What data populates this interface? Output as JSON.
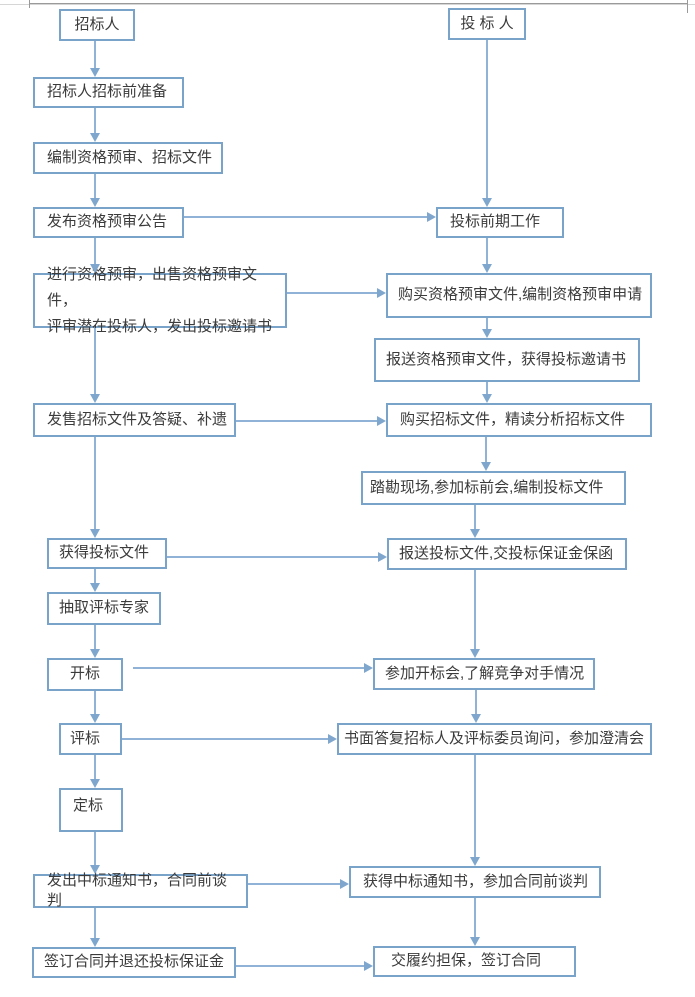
{
  "colors": {
    "box_border": "#7aa3ca",
    "connector": "#8fb2d6",
    "arrowhead": "#7fa7ce",
    "text": "#3b3b3b",
    "page_border_light": "#d6d6d6",
    "page_border_dark": "#9a9a9a"
  },
  "flowchart": {
    "tenderer": {
      "header": "招标人",
      "prepare": "招标人招标前准备",
      "compile_prequal_docs": "编制资格预审、招标文件",
      "publish_prequal_announcement": "发布资格预审公告",
      "conduct_prequalification": "进行资格预审，出售资格预审文件，\n评审潜在投标人，发出投标邀请书",
      "sell_tender_docs": "发售招标文件及答疑、补遗",
      "receive_bid_docs": "获得投标文件",
      "select_evaluation_experts": "抽取评标专家",
      "bid_opening": "开标",
      "bid_evaluation": "评标",
      "award_decision": "定标",
      "issue_award_notice": "发出中标通知书，合同前谈判",
      "sign_contract_refund": "签订合同并退还投标保证金"
    },
    "bidder": {
      "header": "投 标 人",
      "early_work": "投标前期工作",
      "buy_prequal_docs": "购买资格预审文件,编制资格预审申请",
      "submit_prequal_docs": "报送资格预审文件，获得投标邀请书",
      "buy_tender_docs": "购买招标文件，精读分析招标文件",
      "site_visit_prepare_bid": "踏勘现场,参加标前会,编制投标文件",
      "submit_bid_docs": "报送投标文件,交投标保证金保函",
      "attend_bid_opening": "参加开标会,了解竞争对手情况",
      "written_reply_clarification": "书面答复招标人及评标委员询问，参加澄清会",
      "receive_award_notice": "获得中标通知书，参加合同前谈判",
      "performance_guarantee_sign": "交履约担保，签订合同"
    }
  }
}
